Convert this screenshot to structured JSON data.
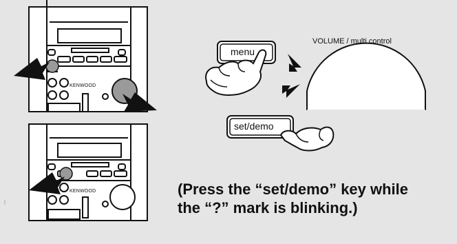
{
  "diagram": {
    "brand": "KENWOOD",
    "menu_key_label": "menu",
    "set_demo_key_label": "set/demo",
    "volume_label": "VOLUME / multi control",
    "caption_line1": "(Press the “set/demo” key while",
    "caption_line2": " the “?” mark is blinking.)",
    "colors": {
      "background": "#e5e5e5",
      "device": "#ffffff",
      "ink": "#111111",
      "highlight": "#9a9a9a"
    },
    "icons": [
      "pointer-arrow-icon",
      "pointing-hand-icon",
      "press-arrow-icon"
    ]
  }
}
